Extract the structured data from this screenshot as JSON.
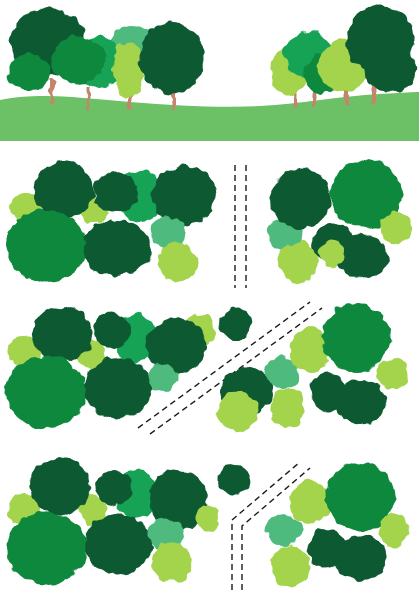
{
  "colors": {
    "background": "#ffffff",
    "grass": "#6cc066",
    "trunk": "#c4866a",
    "tree_dark": "#0f5a32",
    "tree_mid": "#10883e",
    "tree_bright": "#14a356",
    "tree_light": "#a3d44b",
    "tree_mint": "#4fba7e",
    "path_stroke": "#1a1a1a"
  },
  "panels": [
    {
      "id": "side-view",
      "kind": "landscape-elevation"
    },
    {
      "id": "plan-straight",
      "kind": "plan",
      "corridor": "straight"
    },
    {
      "id": "plan-diagonal",
      "kind": "plan",
      "corridor": "diagonal"
    },
    {
      "id": "plan-bent",
      "kind": "plan",
      "corridor": "bent"
    }
  ]
}
